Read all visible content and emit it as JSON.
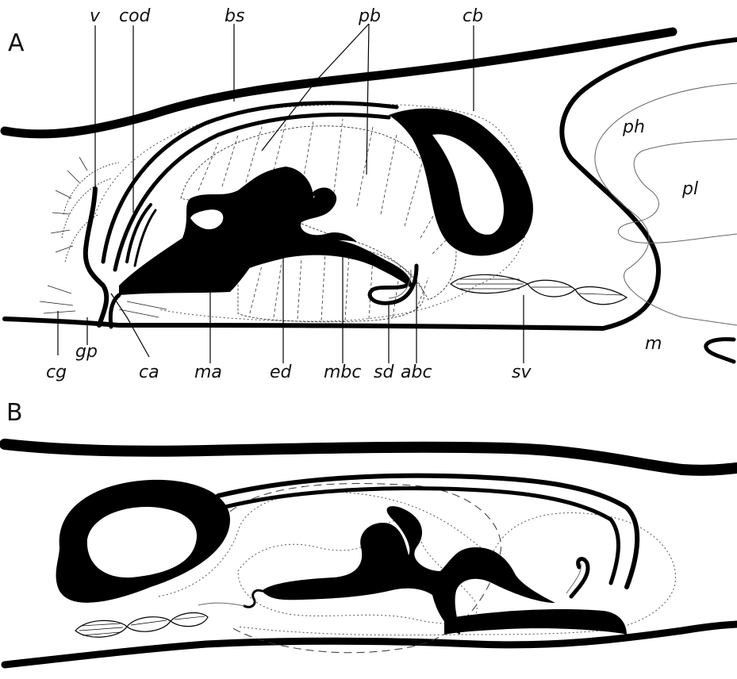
{
  "panels": {
    "a": "A",
    "b": "B"
  },
  "labels": {
    "v": "v",
    "cod": "cod",
    "bs": "bs",
    "pb": "pb",
    "cb": "cb",
    "ph": "ph",
    "pl": "pl",
    "m": "m",
    "cg": "cg",
    "gp": "gp",
    "ca": "ca",
    "ma": "ma",
    "ed": "ed",
    "mbc": "mbc",
    "sd": "sd",
    "abc": "abc",
    "sv": "sv"
  }
}
